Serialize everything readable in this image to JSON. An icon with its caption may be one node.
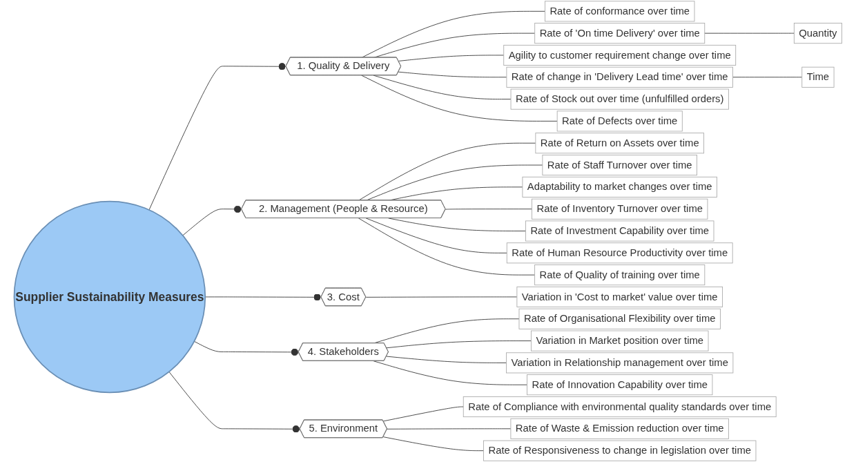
{
  "diagram": {
    "nodes": [
      {
        "text": [
          "Supplier Sustainability Measures"
        ]
      },
      {
        "text": [
          "1. Quality & Delivery"
        ]
      },
      {
        "text": [
          "Rate of conformance over time"
        ]
      },
      {
        "text": [
          "Rate of 'On time Delivery' over time"
        ]
      },
      {
        "text": [
          "Quantity"
        ]
      },
      {
        "text": [
          "Agility to customer requirement change over time"
        ]
      },
      {
        "text": [
          "Rate of change in 'Delivery Lead time' over time"
        ]
      },
      {
        "text": [
          "Time"
        ]
      },
      {
        "text": [
          "Rate of Stock out over time (unfulfilled orders)"
        ]
      },
      {
        "text": [
          "Rate of Defects over time"
        ]
      },
      {
        "text": [
          "2. Management (People & Resource)"
        ]
      },
      {
        "text": [
          "Rate of Return on Assets over time"
        ]
      },
      {
        "text": [
          "Rate of Staff Turnover over time"
        ]
      },
      {
        "text": [
          "Adaptability to market changes over time"
        ]
      },
      {
        "text": [
          "Rate of Inventory Turnover over time"
        ]
      },
      {
        "text": [
          "Rate of Investment Capability over time"
        ]
      },
      {
        "text": [
          "Rate of Human Resource Productivity over time"
        ]
      },
      {
        "text": [
          "Rate of Quality of training over time"
        ]
      },
      {
        "text": [
          "3. Cost"
        ]
      },
      {
        "text": [
          "Variation in 'Cost to market' value over time"
        ]
      },
      {
        "text": [
          "4. Stakeholders"
        ]
      },
      {
        "text": [
          "Rate of Organisational Flexibility over time"
        ]
      },
      {
        "text": [
          "Variation in Market position over time"
        ]
      },
      {
        "text": [
          "Variation in Relationship management over time"
        ]
      },
      {
        "text": [
          "Rate of Innovation Capability over time"
        ]
      },
      {
        "text": [
          "5. Environment"
        ]
      },
      {
        "text": [
          "Rate of Compliance with environmental quality standards over time"
        ]
      },
      {
        "text": [
          "Rate of Waste & Emission reduction over time"
        ]
      },
      {
        "text": [
          "Rate of Responsiveness to change in legislation over time"
        ]
      }
    ],
    "edges": [
      {
        "from": 0,
        "to": 1,
        "arrow": "other"
      },
      {
        "from": 1,
        "to": 2,
        "arrow": "none"
      },
      {
        "from": 1,
        "to": 3,
        "arrow": "none"
      },
      {
        "from": 3,
        "to": 4,
        "arrow": "none"
      },
      {
        "from": 1,
        "to": 5,
        "arrow": "none"
      },
      {
        "from": 1,
        "to": 6,
        "arrow": "none"
      },
      {
        "from": 6,
        "to": 7,
        "arrow": "none"
      },
      {
        "from": 1,
        "to": 8,
        "arrow": "none"
      },
      {
        "from": 1,
        "to": 9,
        "arrow": "none"
      },
      {
        "from": 0,
        "to": 10,
        "arrow": "other"
      },
      {
        "from": 10,
        "to": 11,
        "arrow": "none"
      },
      {
        "from": 10,
        "to": 12,
        "arrow": "none"
      },
      {
        "from": 10,
        "to": 13,
        "arrow": "none"
      },
      {
        "from": 10,
        "to": 14,
        "arrow": "none"
      },
      {
        "from": 10,
        "to": 15,
        "arrow": "none"
      },
      {
        "from": 10,
        "to": 16,
        "arrow": "none"
      },
      {
        "from": 10,
        "to": 17,
        "arrow": "none"
      },
      {
        "from": 0,
        "to": 18,
        "arrow": "other"
      },
      {
        "from": 18,
        "to": 19,
        "arrow": "none"
      },
      {
        "from": 0,
        "to": 20,
        "arrow": "other"
      },
      {
        "from": 20,
        "to": 21,
        "arrow": "none"
      },
      {
        "from": 20,
        "to": 22,
        "arrow": "none"
      },
      {
        "from": 20,
        "to": 23,
        "arrow": "none"
      },
      {
        "from": 20,
        "to": 24,
        "arrow": "none"
      },
      {
        "from": 0,
        "to": 25,
        "arrow": "other"
      },
      {
        "from": 25,
        "to": 26,
        "arrow": "none"
      },
      {
        "from": 25,
        "to": 27,
        "arrow": "none"
      },
      {
        "from": 25,
        "to": 28,
        "arrow": "none"
      }
    ]
  }
}
